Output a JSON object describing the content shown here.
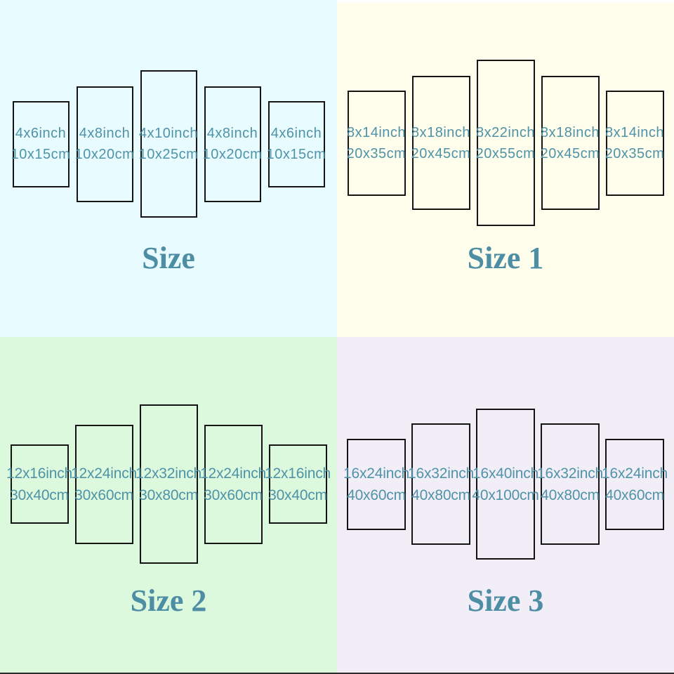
{
  "quadrants": [
    {
      "title": "Size",
      "background": "#e8fbfe",
      "panels": [
        {
          "inch": "4x6inch",
          "cm": "10x15cm"
        },
        {
          "inch": "4x8inch",
          "cm": "10x20cm"
        },
        {
          "inch": "4x10inch",
          "cm": "10x25cm"
        },
        {
          "inch": "4x8inch",
          "cm": "10x20cm"
        },
        {
          "inch": "4x6inch",
          "cm": "10x15cm"
        }
      ]
    },
    {
      "title": "Size 1",
      "background": "#fffdeb",
      "panels": [
        {
          "inch": "8x14inch",
          "cm": "20x35cm"
        },
        {
          "inch": "8x18inch",
          "cm": "20x45cm"
        },
        {
          "inch": "8x22inch",
          "cm": "20x55cm"
        },
        {
          "inch": "8x18inch",
          "cm": "20x45cm"
        },
        {
          "inch": "8x14inch",
          "cm": "20x35cm"
        }
      ]
    },
    {
      "title": "Size 2",
      "background": "#dcf8dd",
      "panels": [
        {
          "inch": "12x16inch",
          "cm": "30x40cm"
        },
        {
          "inch": "12x24inch",
          "cm": "30x60cm"
        },
        {
          "inch": "12x32inch",
          "cm": "30x80cm"
        },
        {
          "inch": "12x24inch",
          "cm": "30x60cm"
        },
        {
          "inch": "12x16inch",
          "cm": "30x40cm"
        }
      ]
    },
    {
      "title": "Size 3",
      "background": "#f2eef7",
      "panels": [
        {
          "inch": "16x24inch",
          "cm": "40x60cm"
        },
        {
          "inch": "16x32inch",
          "cm": "40x80cm"
        },
        {
          "inch": "16x40inch",
          "cm": "40x100cm"
        },
        {
          "inch": "16x32inch",
          "cm": "40x80cm"
        },
        {
          "inch": "16x24inch",
          "cm": "40x60cm"
        }
      ]
    }
  ],
  "colors": {
    "label_text": "#4f93a8",
    "title_text": "#4e8ea4",
    "panel_border": "#141414",
    "top_strip": "#ffffff",
    "bottom_bar": "#2b2b2b"
  }
}
